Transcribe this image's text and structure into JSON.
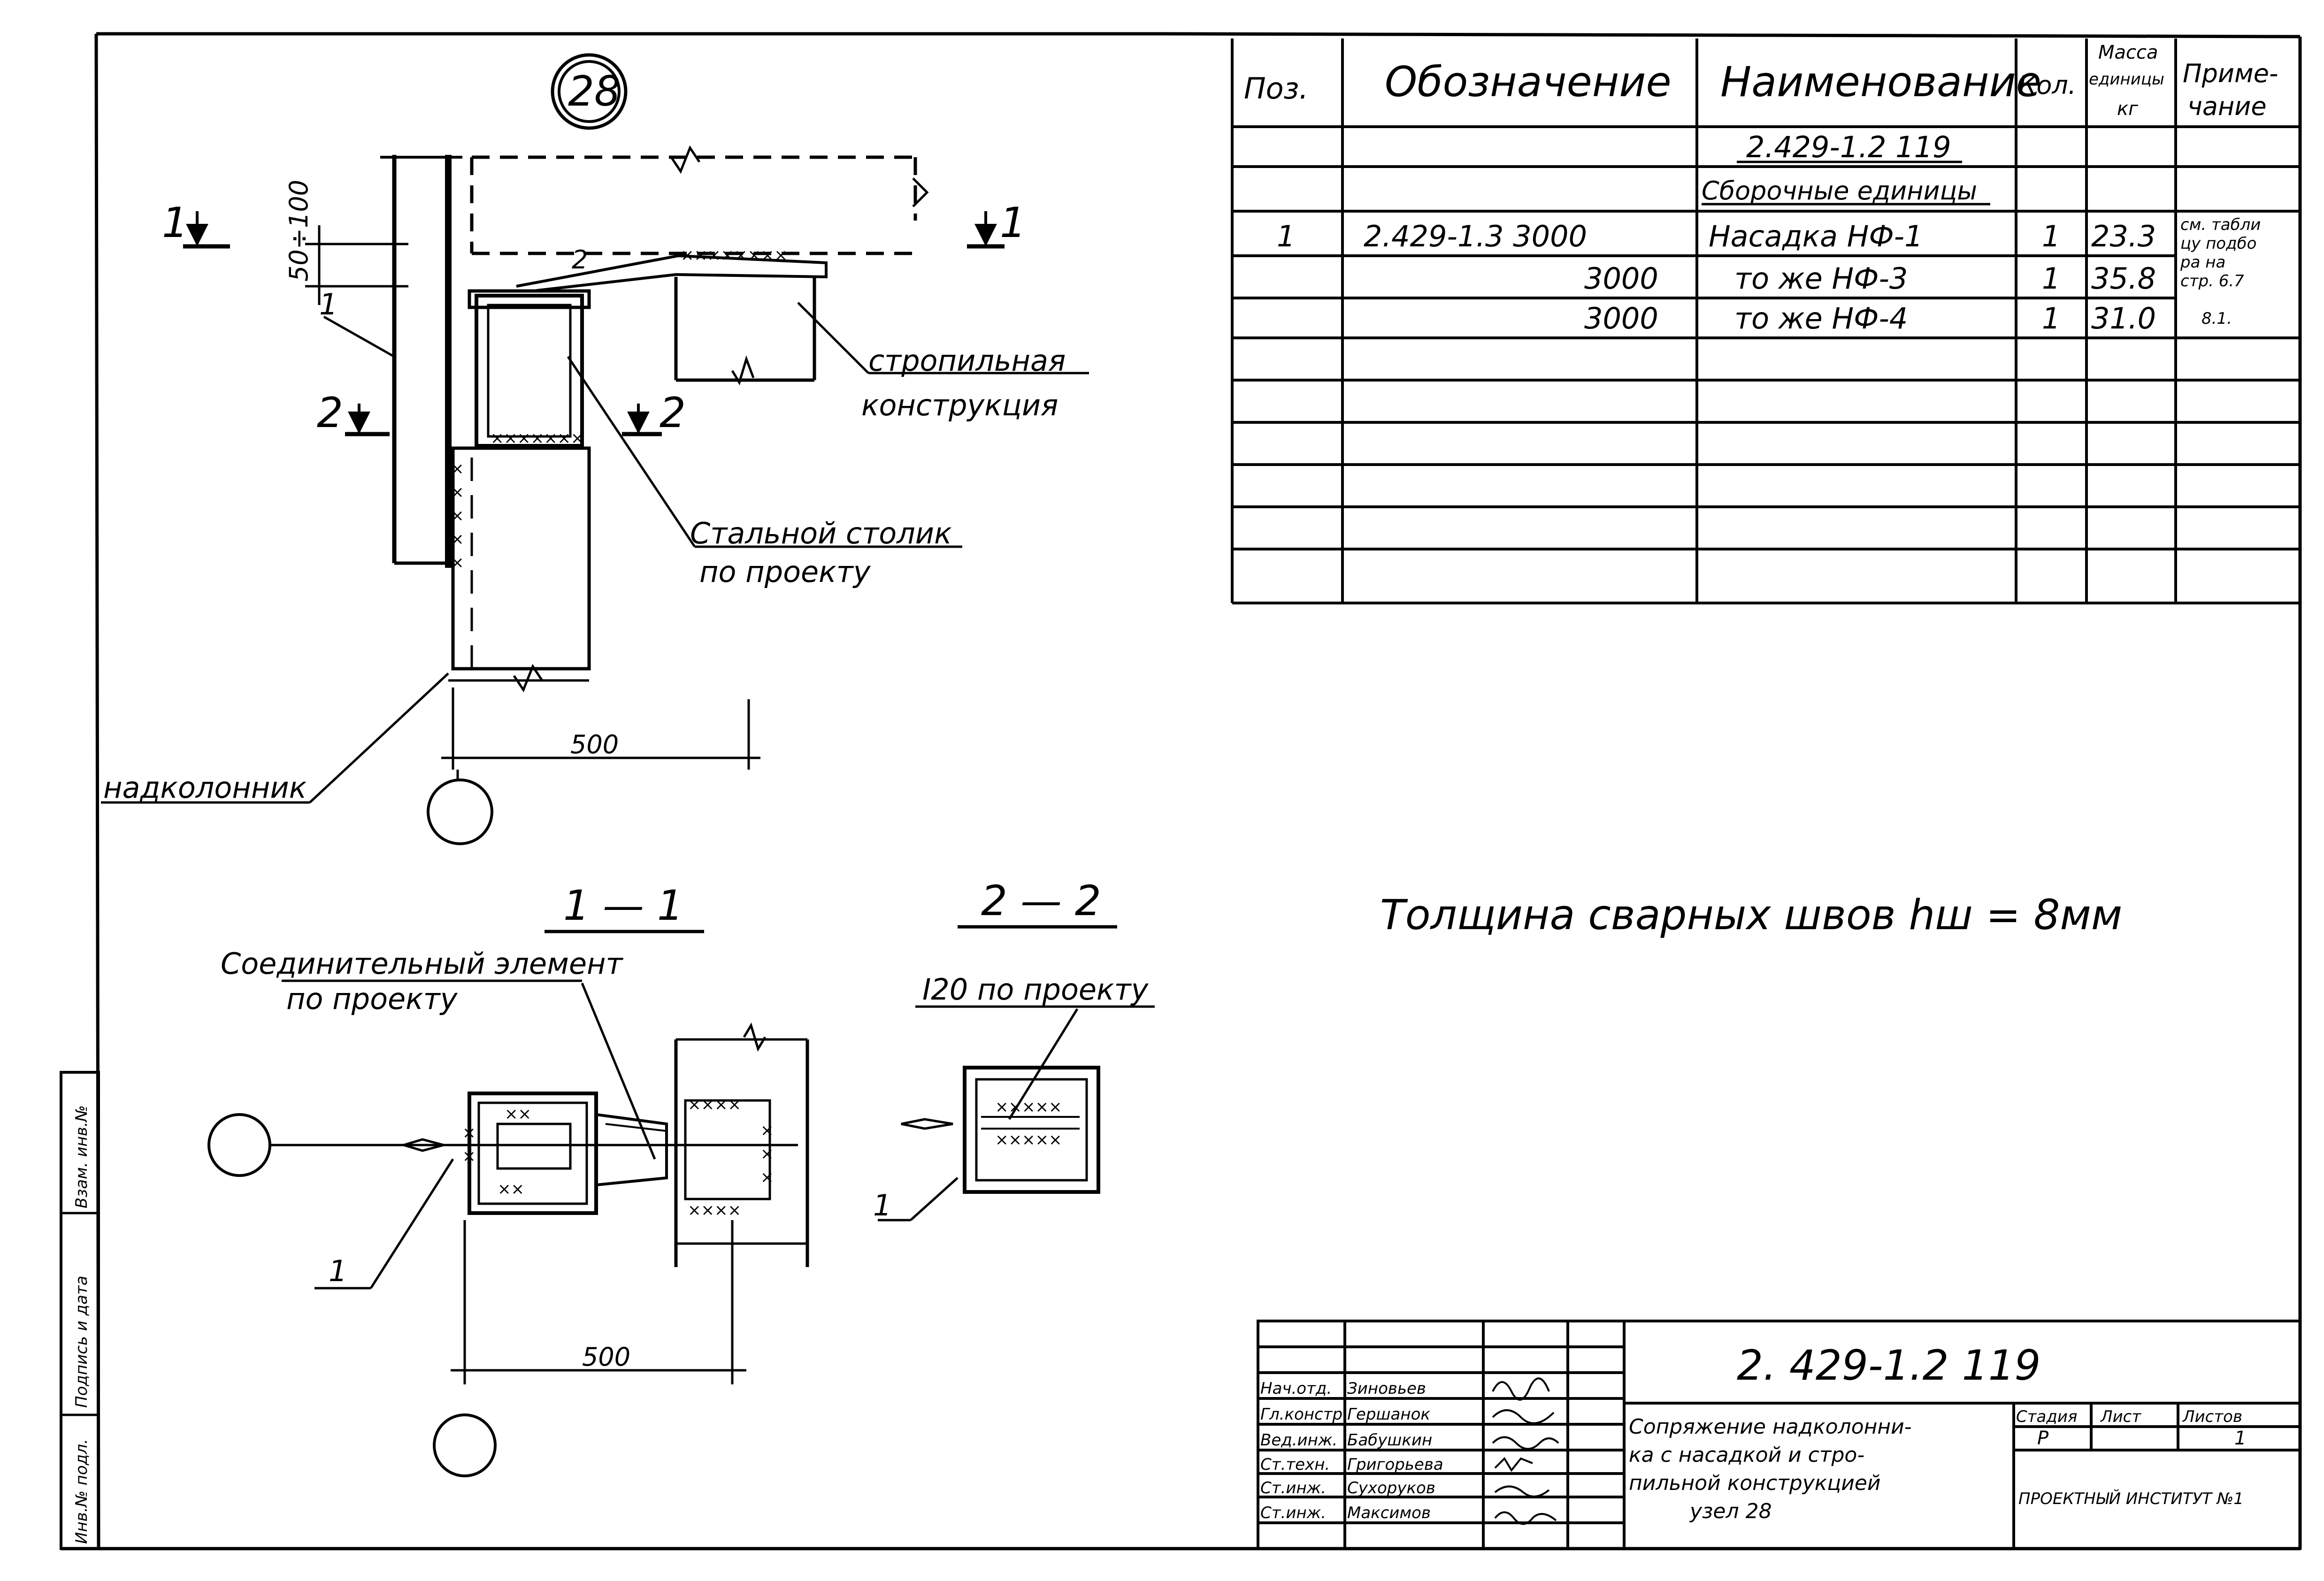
{
  "node_mark": "28",
  "elevation_dim": "50÷100",
  "labels": {
    "section_1_left": "1",
    "section_1_right": "1",
    "section_2_left": "2",
    "section_2_right": "2",
    "pos_1": "1",
    "pos_2": "2",
    "truss": [
      "стропильная",
      "конструкция"
    ],
    "steel_table": [
      "Стальной столик",
      "по проекту"
    ],
    "column_head": "надколонник",
    "dim_500_top": "500",
    "dim_500_bottom": "500",
    "connector": [
      "Соединительный элемент",
      "по проекту"
    ],
    "i20": "I20 по проекту",
    "leader_1_a": "1",
    "leader_1_b": "1"
  },
  "sections": {
    "s11": "1 — 1",
    "s22": "2 — 2"
  },
  "weld_note": "Толщина  сварных  швов  hш = 8мм",
  "spec": {
    "headers": {
      "pos": "Поз.",
      "designation": "Обозначение",
      "name": "Наименование",
      "qty": "Кол.",
      "mass": [
        "Масса",
        "единицы",
        "кг"
      ],
      "note": [
        "Приме-",
        "чание"
      ]
    },
    "doc_ref": "2.429-1.2  119",
    "group": "Сборочные единицы",
    "rows": [
      {
        "pos": "1",
        "designation": "2.429-1.3  3000",
        "name": "Насадка  НФ-1",
        "qty": "1",
        "mass": "23.3"
      },
      {
        "pos": "",
        "designation": "3000",
        "name": "то же  НФ-3",
        "qty": "1",
        "mass": "35.8"
      },
      {
        "pos": "",
        "designation": "3000",
        "name": "то же  НФ-4",
        "qty": "1",
        "mass": "31.0"
      }
    ],
    "note_lines": [
      "см. табли",
      "цу подбо",
      "ра на",
      "стр. 6.7",
      "8.1."
    ]
  },
  "stamp": {
    "code": "2. 429-1.2   119",
    "title": [
      "Сопряжение надколонни-",
      "ка с насадкой и стро-",
      "пильной конструкцией",
      "узел 28"
    ],
    "stage_label": "Стадия",
    "sheet_label": "Лист",
    "sheets_label": "Листов",
    "stage": "Р",
    "sheets": "1",
    "org": "ПРОЕКТНЫЙ ИНСТИТУТ №1",
    "people": [
      {
        "role": "Нач.отд.",
        "name": "Зиновьев"
      },
      {
        "role": "Гл.констр.",
        "name": "Гершанок"
      },
      {
        "role": "Вед.инж.",
        "name": "Бабушкин"
      },
      {
        "role": "Ст.техн.",
        "name": "Григорьева"
      },
      {
        "role": "Ст.инж.",
        "name": "Сухоруков"
      },
      {
        "role": "Ст.инж.",
        "name": "Максимов"
      }
    ]
  },
  "side_stamp": [
    "Инв.№ подл.",
    "Подпись и дата",
    "Взам. инв.№"
  ]
}
